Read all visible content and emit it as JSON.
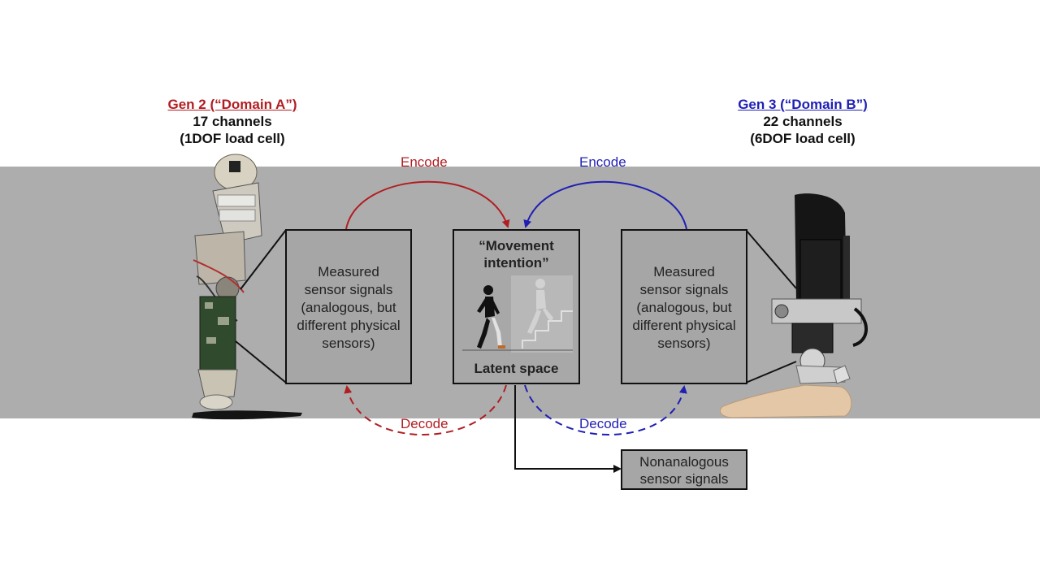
{
  "header_a": {
    "gen": "Gen 2 (“Domain A”)",
    "channels": "17 channels",
    "sensor": "(1DOF load cell)"
  },
  "header_b": {
    "gen": "Gen 3 (“Domain B”)",
    "channels": "22 channels",
    "sensor": "(6DOF load cell)"
  },
  "box_a": {
    "lines": [
      "Measured",
      "sensor signals",
      "(analogous, but",
      "different physical",
      "sensors)"
    ]
  },
  "box_b": {
    "lines": [
      "Measured",
      "sensor signals",
      "(analogous, but",
      "different physical",
      "sensors)"
    ]
  },
  "latent": {
    "title_line1": "“Movement",
    "title_line2": "intention”",
    "caption": "Latent space"
  },
  "nonanalogous": {
    "line1": "Nonanalogous",
    "line2": "sensor signals"
  },
  "arrows": {
    "encode_a": "Encode",
    "encode_b": "Encode",
    "decode_a": "Decode",
    "decode_b": "Decode"
  },
  "colors": {
    "domain_a": "#b01e23",
    "domain_b": "#1f1fb4",
    "band": "#aeadad",
    "box": "#a6a6a6"
  }
}
